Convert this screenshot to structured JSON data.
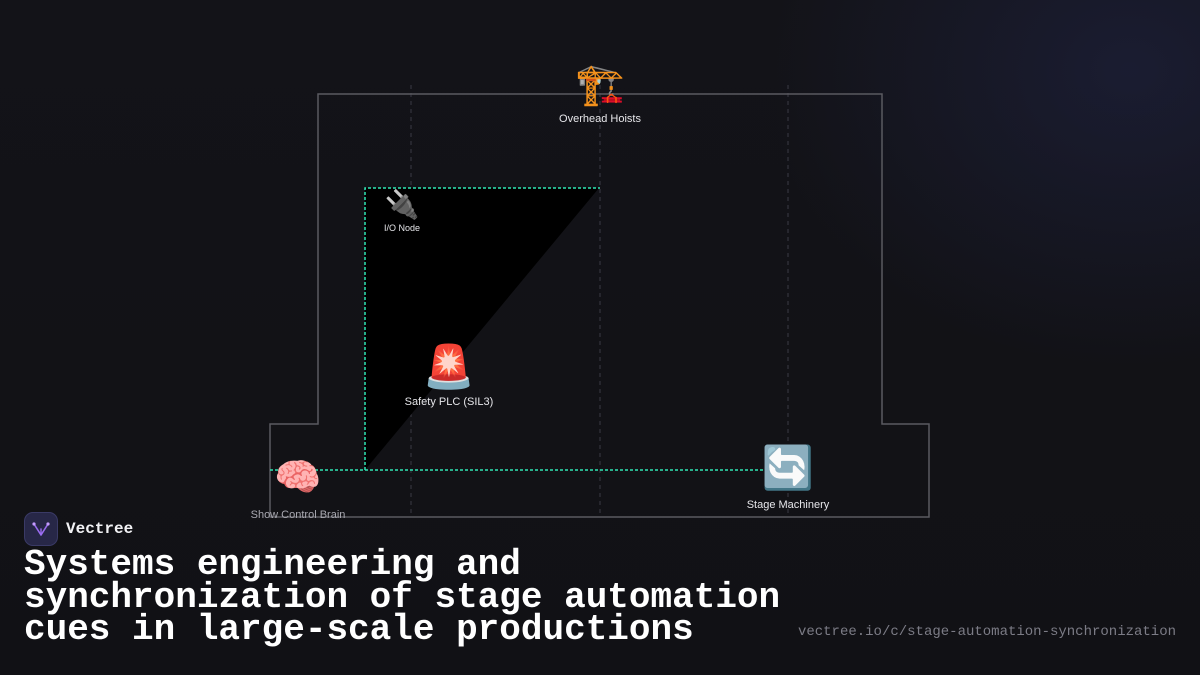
{
  "diagram": {
    "nodes": [
      {
        "id": "overhead-hoists",
        "label": "Overhead Hoists",
        "icon": "crane-icon",
        "glyph": "🏗️"
      },
      {
        "id": "io-node",
        "label": "I/O Node",
        "icon": "plug-icon",
        "glyph": "🔌"
      },
      {
        "id": "safety-plc",
        "label": "Safety PLC (SIL3)",
        "icon": "siren-icon",
        "glyph": "🚨"
      },
      {
        "id": "show-control-brain",
        "label": "Show Control Brain",
        "icon": "brain-icon",
        "glyph": "🧠"
      },
      {
        "id": "stage-machinery",
        "label": "Stage Machinery",
        "icon": "rotating-arrows-icon",
        "glyph": "🔄"
      }
    ],
    "colors": {
      "outline": "#5a5a60",
      "guide": "#3a3a44",
      "link": "#2ee6b4",
      "wedge": "#000000"
    }
  },
  "brand": {
    "name": "Vectree",
    "logo_icon": "vectree-logo-icon",
    "logo_color": "#9a6cf0"
  },
  "title": "Systems engineering and synchronization of stage automation cues in large-scale productions",
  "url": "vectree.io/c/stage-automation-synchronization"
}
